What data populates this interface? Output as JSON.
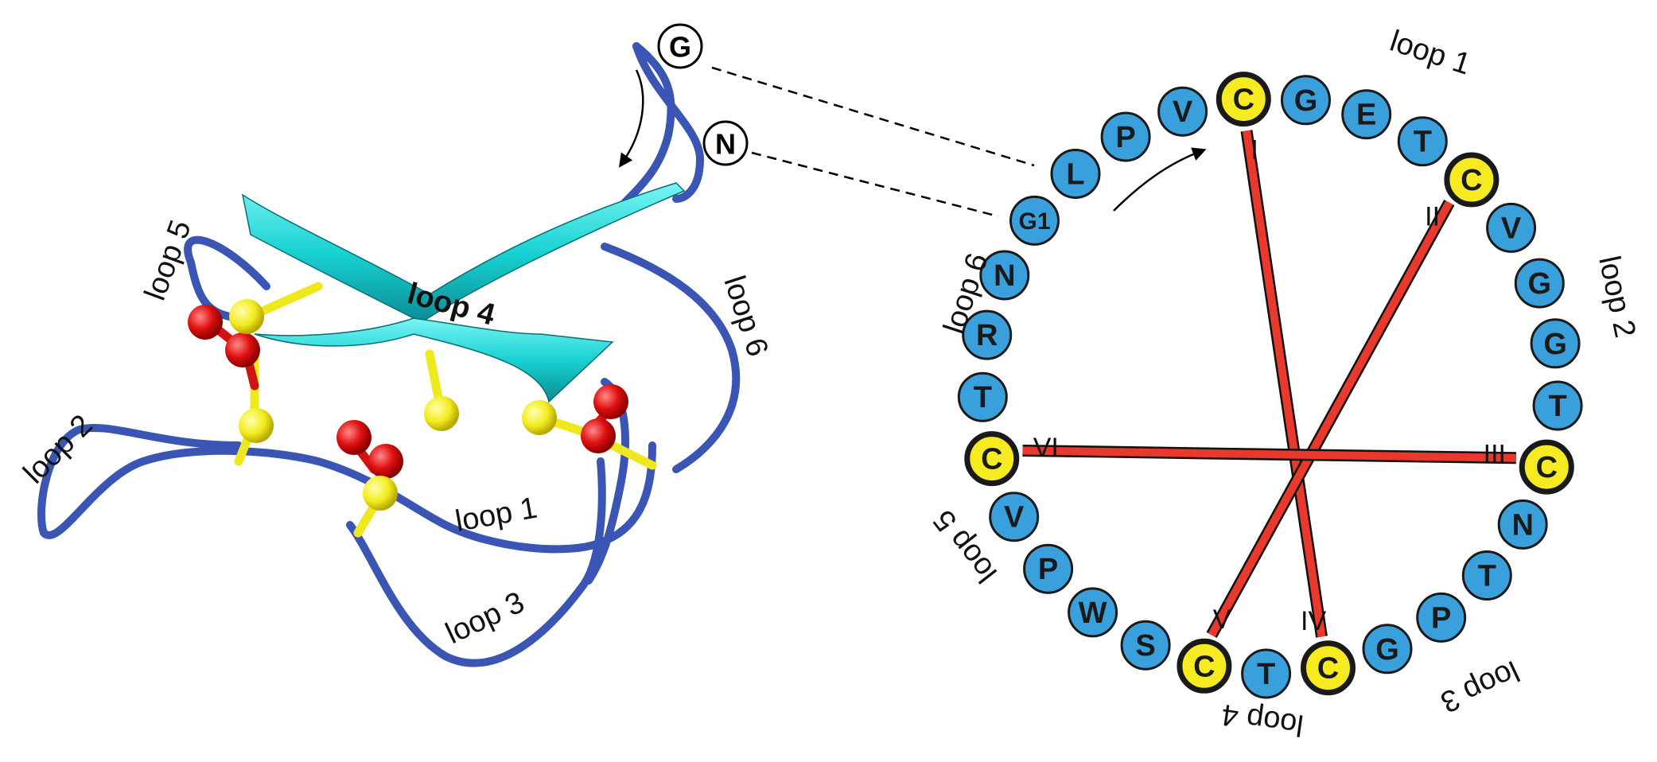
{
  "colors": {
    "backbone": "#3a55b4",
    "strand": "#18d2d2",
    "sulfur_atom": "#f2ec1e",
    "oxygen_atom": "#e01010",
    "residue_fill": "#3aa0dc",
    "cysteine_fill": "#f6ea20",
    "bond": "#e8392c",
    "outline": "#1a1a1a"
  },
  "structure": {
    "terminus_g": "G",
    "terminus_n": "N",
    "loop_labels": {
      "loop1": "loop 1",
      "loop2": "loop 2",
      "loop3": "loop 3",
      "loop4": "loop 4",
      "loop5": "loop 5",
      "loop6": "loop 6"
    }
  },
  "cyclic_diagram": {
    "residues": [
      "G1",
      "L",
      "P",
      "V",
      "C",
      "G",
      "E",
      "T",
      "C",
      "V",
      "G",
      "G",
      "T",
      "C",
      "N",
      "T",
      "P",
      "G",
      "C",
      "T",
      "C",
      "S",
      "W",
      "P",
      "V",
      "C",
      "T",
      "R",
      "N"
    ],
    "cysteine_numerals": {
      "c1": "I",
      "c2": "II",
      "c3": "III",
      "c4": "IV",
      "c5": "V",
      "c6": "VI"
    },
    "loop_labels": {
      "loop1": "loop 1",
      "loop2": "loop 2",
      "loop3": "loop 3",
      "loop4": "loop 4",
      "loop5": "loop 5",
      "loop6": "loop 6"
    },
    "disulfide_bonds": [
      [
        "I",
        "IV"
      ],
      [
        "II",
        "V"
      ],
      [
        "III",
        "VI"
      ]
    ]
  }
}
